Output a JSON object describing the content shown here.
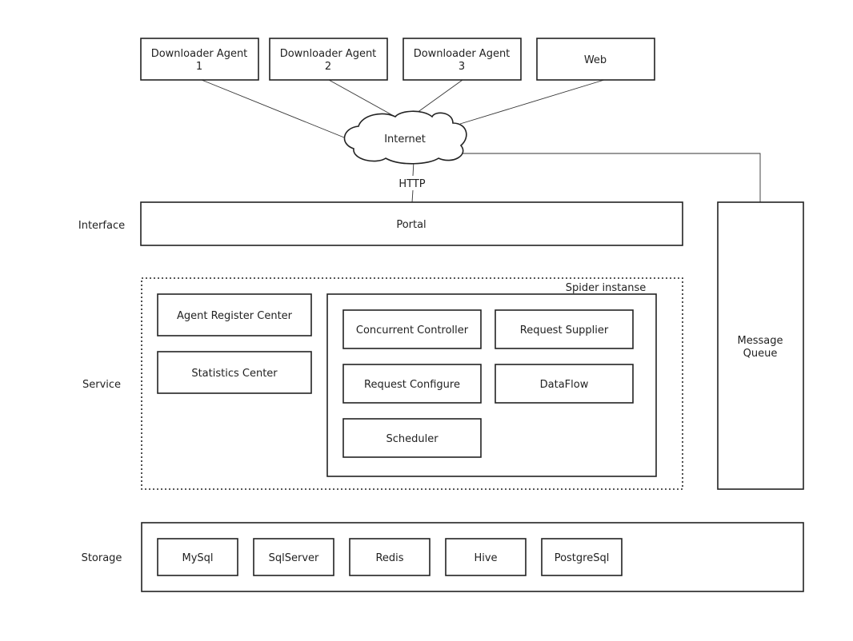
{
  "top_nodes": [
    {
      "line1": "Downloader Agent",
      "line2": "1"
    },
    {
      "line1": "Downloader Agent",
      "line2": "2"
    },
    {
      "line1": "Downloader Agent",
      "line2": "3"
    },
    {
      "line1": "Web",
      "line2": ""
    }
  ],
  "internet": {
    "label": "Internet",
    "protocol": "HTTP"
  },
  "layers": {
    "interface": "Interface",
    "service": "Service",
    "storage": "Storage"
  },
  "portal": {
    "label": "Portal"
  },
  "message_queue": {
    "line1": "Message",
    "line2": "Queue"
  },
  "service": {
    "agent_register_center": "Agent Register Center",
    "statistics_center": "Statistics Center",
    "spider_instance": {
      "title": "Spider instanse",
      "concurrent_controller": "Concurrent Controller",
      "request_supplier": "Request Supplier",
      "request_configure": "Request Configure",
      "dataflow": "DataFlow",
      "scheduler": "Scheduler"
    }
  },
  "storage": {
    "items": [
      "MySql",
      "SqlServer",
      "Redis",
      "Hive",
      "PostgreSql"
    ]
  }
}
